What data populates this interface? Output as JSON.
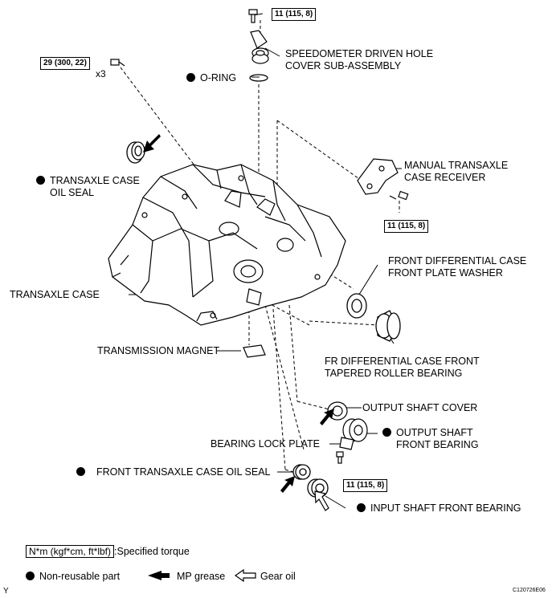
{
  "torques": {
    "top": "11 (115, 8)",
    "bolt_left": "29 (300, 22)",
    "bolt_left_qty": "x3",
    "receiver": "11 (115, 8)",
    "bearing_lock": "11 (115, 8)"
  },
  "labels": {
    "speedometer": "SPEEDOMETER DRIVEN HOLE",
    "speedometer_2": "COVER SUB-ASSEMBLY",
    "o_ring": "O-RING",
    "oil_seal": "TRANSAXLE CASE",
    "oil_seal_2": "OIL SEAL",
    "manual_receiver": "MANUAL TRANSAXLE",
    "manual_receiver_2": "CASE RECEIVER",
    "front_diff_washer": "FRONT DIFFERENTIAL CASE",
    "front_diff_washer_2": "FRONT PLATE WASHER",
    "transaxle_case": "TRANSAXLE CASE",
    "fr_diff_bearing": "FR DIFFERENTIAL CASE FRONT",
    "fr_diff_bearing_2": "TAPERED ROLLER BEARING",
    "transmission_magnet": "TRANSMISSION MAGNET",
    "output_shaft_cover": "OUTPUT SHAFT COVER",
    "output_shaft_bearing": "OUTPUT SHAFT",
    "output_shaft_bearing_2": "FRONT BEARING",
    "bearing_lock_plate": "BEARING LOCK PLATE",
    "front_oil_seal": "FRONT TRANSAXLE CASE OIL SEAL",
    "input_shaft_bearing": "INPUT SHAFT FRONT BEARING"
  },
  "legend": {
    "torque_unit": "N*m (kgf*cm, ft*lbf)",
    "torque_text": ":Specified torque",
    "non_reusable": "Non-reusable part",
    "mp_grease": "MP grease",
    "gear_oil": "Gear oil"
  },
  "corner": {
    "left": "Y",
    "code": "C120726E06"
  }
}
